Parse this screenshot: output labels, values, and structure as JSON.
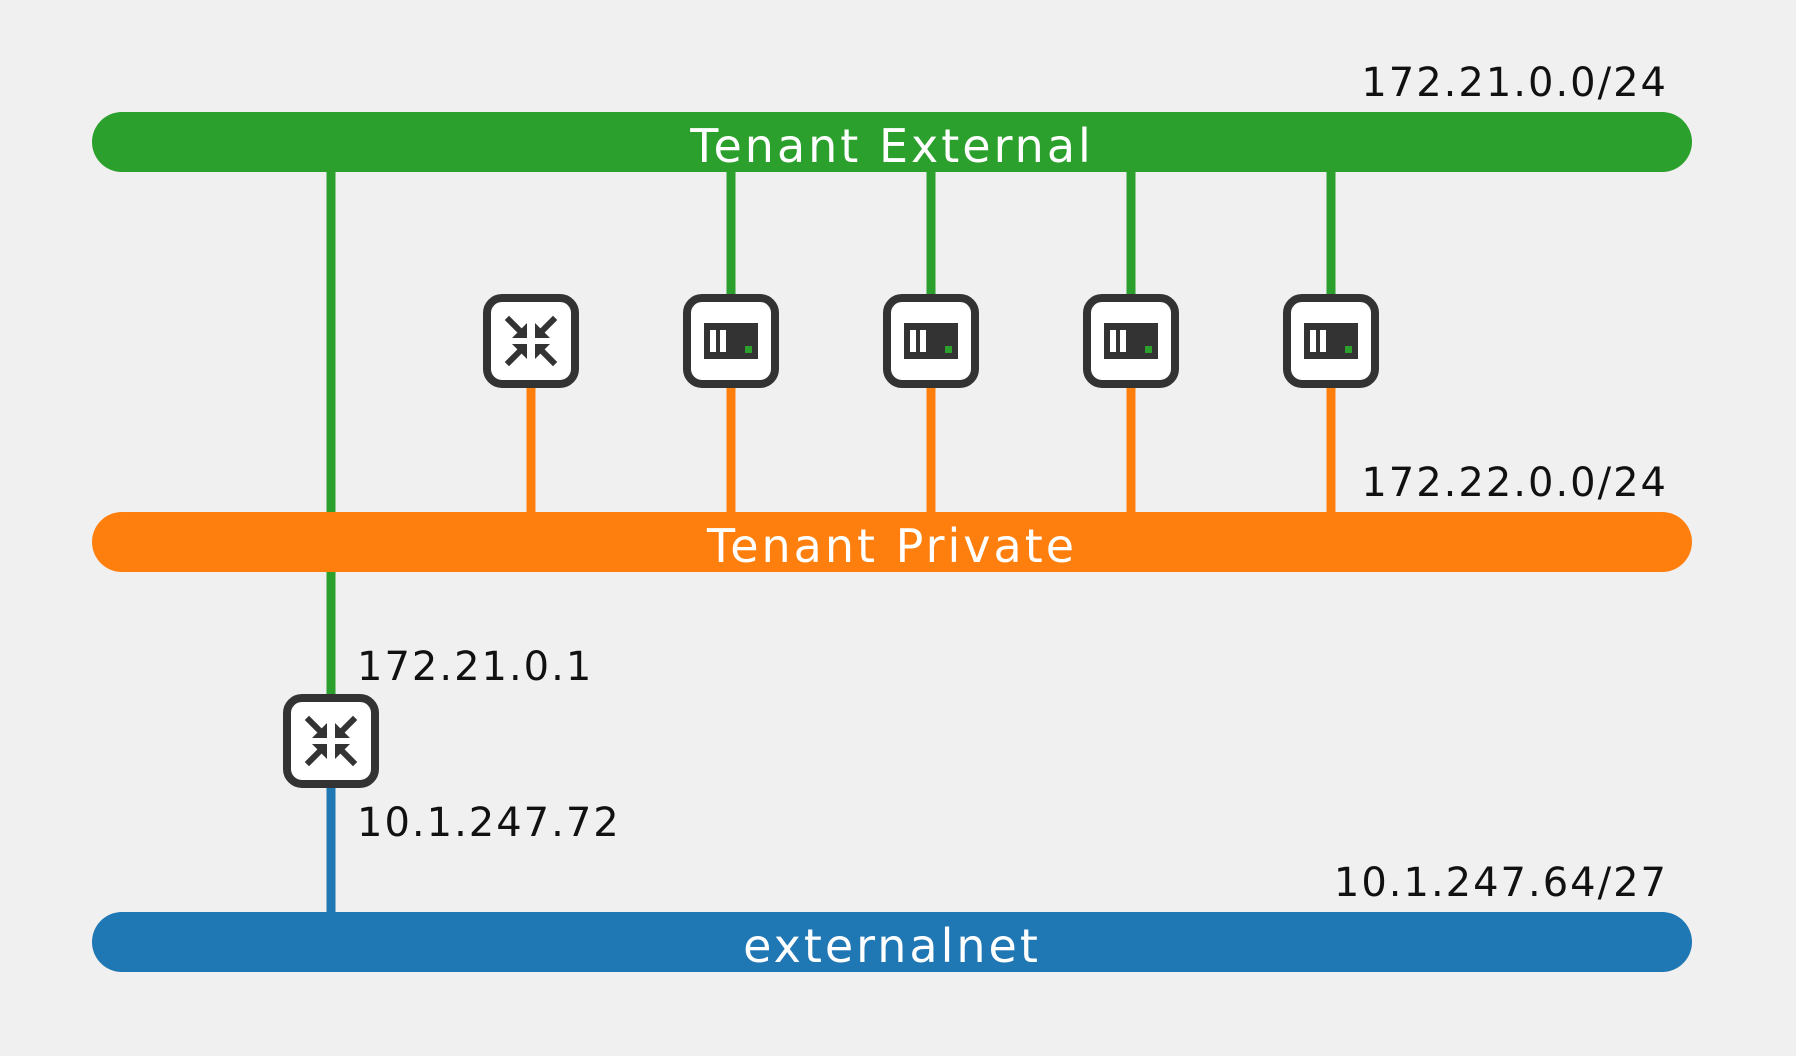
{
  "networks": {
    "external": {
      "name": "Tenant External",
      "cidr": "172.21.0.0/24",
      "color": "#2ca02c"
    },
    "private": {
      "name": "Tenant Private",
      "cidr": "172.22.0.0/24",
      "color": "#ff7f0e"
    },
    "externalnet": {
      "name": "externalnet",
      "cidr": "10.1.247.64/27",
      "color": "#1f77b4"
    }
  },
  "gateway_router": {
    "icon": "router-icon",
    "internal_ip": "172.21.0.1",
    "external_ip": "10.1.247.72"
  },
  "tenant_router": {
    "icon": "router-icon"
  },
  "instances": [
    {
      "icon": "server-instance-icon"
    },
    {
      "icon": "server-instance-icon"
    },
    {
      "icon": "server-instance-icon"
    },
    {
      "icon": "server-instance-icon"
    }
  ],
  "colors": {
    "background": "#f0f0f0",
    "device_border": "#333333",
    "instance_status": "#2ca02c"
  }
}
